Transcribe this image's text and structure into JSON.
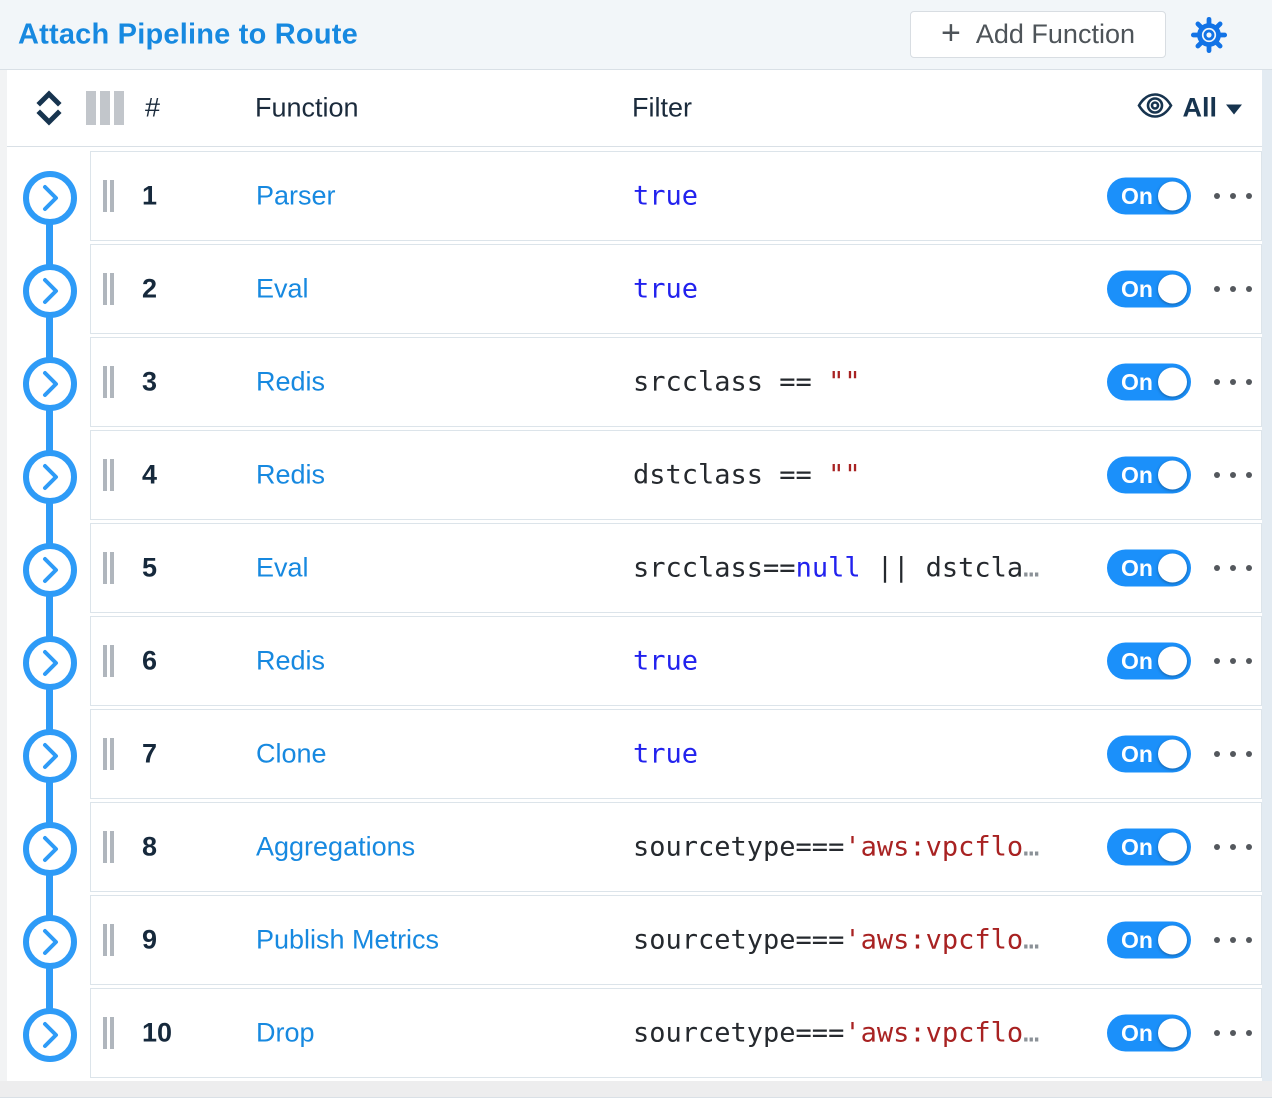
{
  "topbar": {
    "title": "Attach Pipeline to Route",
    "add_function": {
      "plus": "+",
      "label": "Add Function"
    }
  },
  "table_header": {
    "number": "#",
    "function": "Function",
    "filter": "Filter",
    "visibility_label": "All"
  },
  "rows": [
    {
      "num": "1",
      "function": "Parser",
      "toggle": "On",
      "filter": {
        "pre": "",
        "kw": "true",
        "mid": "",
        "str": "",
        "ell": ""
      }
    },
    {
      "num": "2",
      "function": "Eval",
      "toggle": "On",
      "filter": {
        "pre": "",
        "kw": "true",
        "mid": "",
        "str": "",
        "ell": ""
      }
    },
    {
      "num": "3",
      "function": "Redis",
      "toggle": "On",
      "filter": {
        "pre": "srcclass == ",
        "kw": "",
        "mid": "",
        "str": "\"\"",
        "ell": ""
      }
    },
    {
      "num": "4",
      "function": "Redis",
      "toggle": "On",
      "filter": {
        "pre": "dstclass == ",
        "kw": "",
        "mid": "",
        "str": "\"\"",
        "ell": ""
      }
    },
    {
      "num": "5",
      "function": "Eval",
      "toggle": "On",
      "filter": {
        "pre": "srcclass==",
        "kw": "null",
        "mid": " || dstcla",
        "str": "",
        "ell": "…"
      }
    },
    {
      "num": "6",
      "function": "Redis",
      "toggle": "On",
      "filter": {
        "pre": "",
        "kw": "true",
        "mid": "",
        "str": "",
        "ell": ""
      }
    },
    {
      "num": "7",
      "function": "Clone",
      "toggle": "On",
      "filter": {
        "pre": "",
        "kw": "true",
        "mid": "",
        "str": "",
        "ell": ""
      }
    },
    {
      "num": "8",
      "function": "Aggregations",
      "toggle": "On",
      "filter": {
        "pre": "sourcetype===",
        "kw": "",
        "mid": "",
        "str": "'aws:vpcflo",
        "ell": "…"
      }
    },
    {
      "num": "9",
      "function": "Publish Metrics",
      "toggle": "On",
      "filter": {
        "pre": "sourcetype===",
        "kw": "",
        "mid": "",
        "str": "'aws:vpcflo",
        "ell": "…"
      }
    },
    {
      "num": "10",
      "function": "Drop",
      "toggle": "On",
      "filter": {
        "pre": "sourcetype===",
        "kw": "",
        "mid": "",
        "str": "'aws:vpcflo",
        "ell": "…"
      }
    }
  ],
  "colors": {
    "link_blue": "#1789e0",
    "rail_blue": "#2e9bf7",
    "toggle_blue": "#1b90fa",
    "keyword_blue": "#2222ee",
    "string_red": "#a82222",
    "navy_text": "#16293c",
    "topbar_bg": "#f2f6f9"
  }
}
